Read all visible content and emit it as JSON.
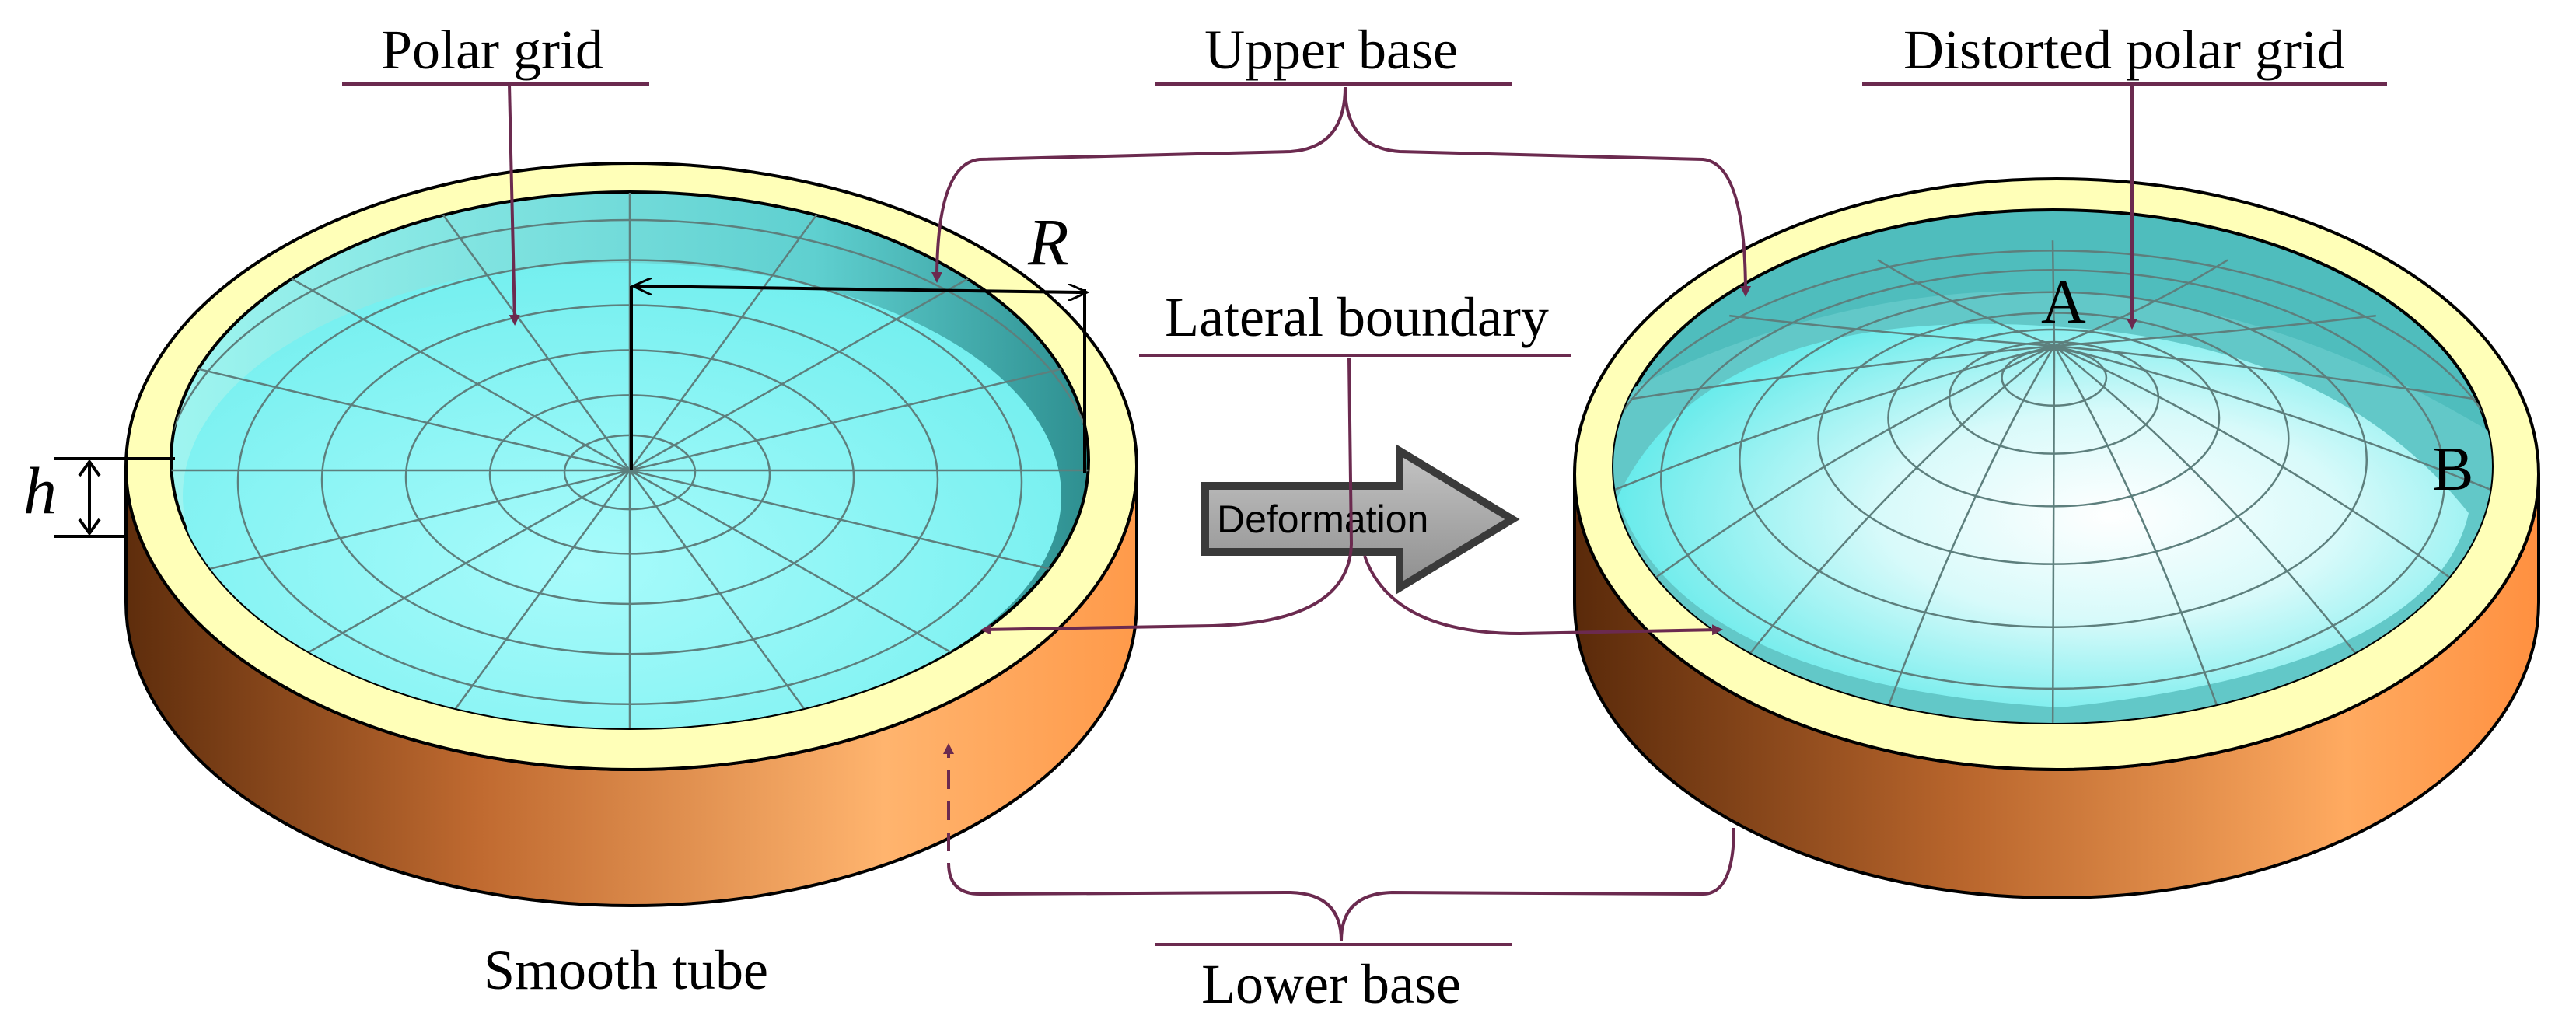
{
  "labels": {
    "polar_grid": "Polar grid",
    "upper_base": "Upper base",
    "distorted_polar_grid": "Distorted polar grid",
    "lateral_boundary": "Lateral boundary",
    "smooth_tube": "Smooth tube",
    "lower_base": "Lower base",
    "deformation": "Deformation"
  },
  "symbols": {
    "radius": "R",
    "height": "h",
    "point_a": "A",
    "point_b": "B"
  },
  "colors": {
    "annotation": "#6b2a4f",
    "water": "#8ff3f3",
    "rim": "#ffffb8",
    "tube_dark": "#6a3510",
    "tube_light": "#ffb870",
    "arrow_fill": "#a9a9a9"
  }
}
